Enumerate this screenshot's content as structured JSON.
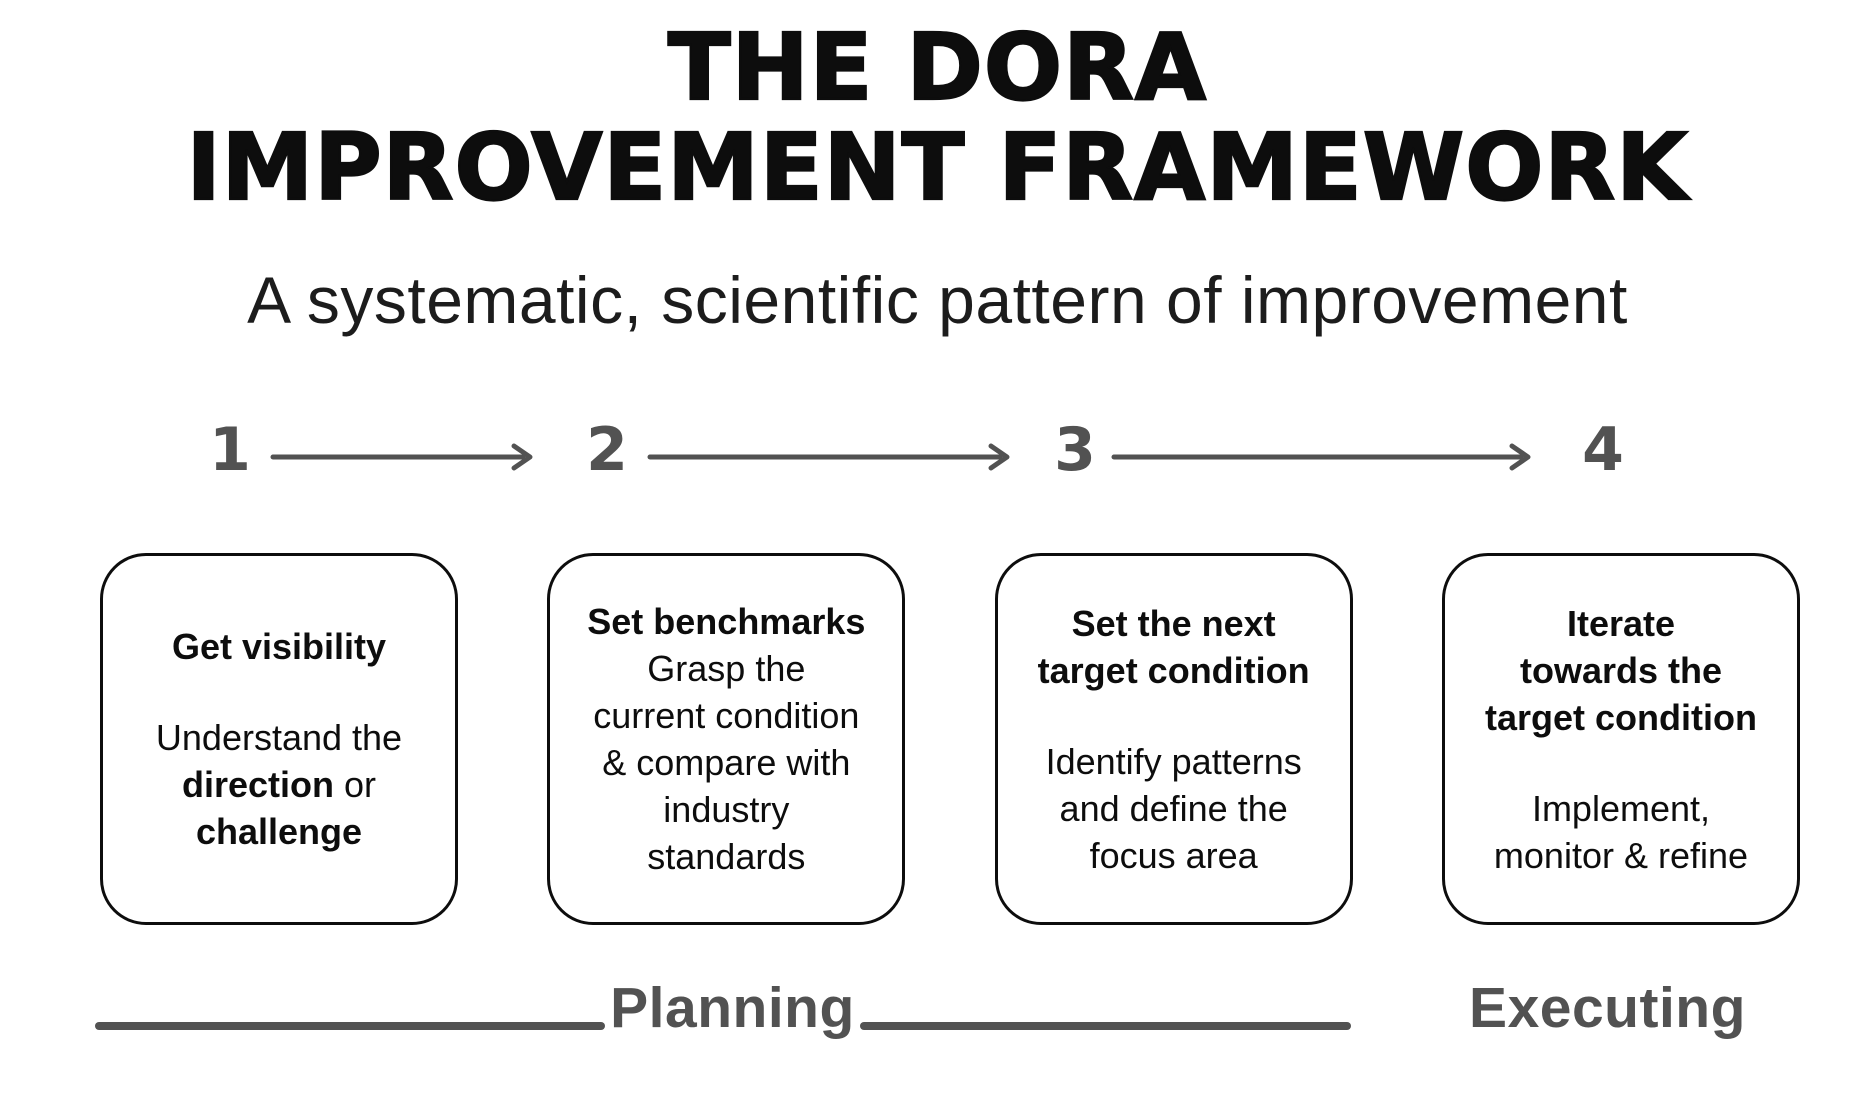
{
  "title": {
    "line1": "THE DORA",
    "line2": "IMPROVEMENT FRAMEWORK"
  },
  "subtitle": "A systematic, scientific pattern of improvement",
  "steps": [
    {
      "number": "1",
      "heading_lines": [
        "Get visibility"
      ],
      "body_lines": [
        [
          {
            "t": "Understand the"
          }
        ],
        [
          {
            "t": "direction",
            "b": true
          },
          {
            "t": " or"
          }
        ],
        [
          {
            "t": "challenge",
            "b": true
          }
        ]
      ],
      "gap_after_heading": true
    },
    {
      "number": "2",
      "heading_lines": [
        "Set benchmarks"
      ],
      "body_lines": [
        [
          {
            "t": "Grasp the"
          }
        ],
        [
          {
            "t": "current condition"
          }
        ],
        [
          {
            "t": "& compare with"
          }
        ],
        [
          {
            "t": "industry"
          }
        ],
        [
          {
            "t": "standards"
          }
        ]
      ],
      "gap_after_heading": false
    },
    {
      "number": "3",
      "heading_lines": [
        "Set the next",
        "target condition"
      ],
      "body_lines": [
        [
          {
            "t": "Identify patterns"
          }
        ],
        [
          {
            "t": "and define the"
          }
        ],
        [
          {
            "t": "focus area"
          }
        ]
      ],
      "gap_after_heading": true
    },
    {
      "number": "4",
      "heading_lines": [
        "Iterate",
        "towards the",
        "target condition"
      ],
      "body_lines": [
        [
          {
            "t": "Implement,"
          }
        ],
        [
          {
            "t": "monitor & refine"
          }
        ]
      ],
      "gap_after_heading": true
    }
  ],
  "phases": {
    "planning_label": "Planning",
    "executing_label": "Executing"
  },
  "colors": {
    "ink_black": "#0d0d0d",
    "accent_gray": "#525252",
    "background": "#ffffff"
  }
}
